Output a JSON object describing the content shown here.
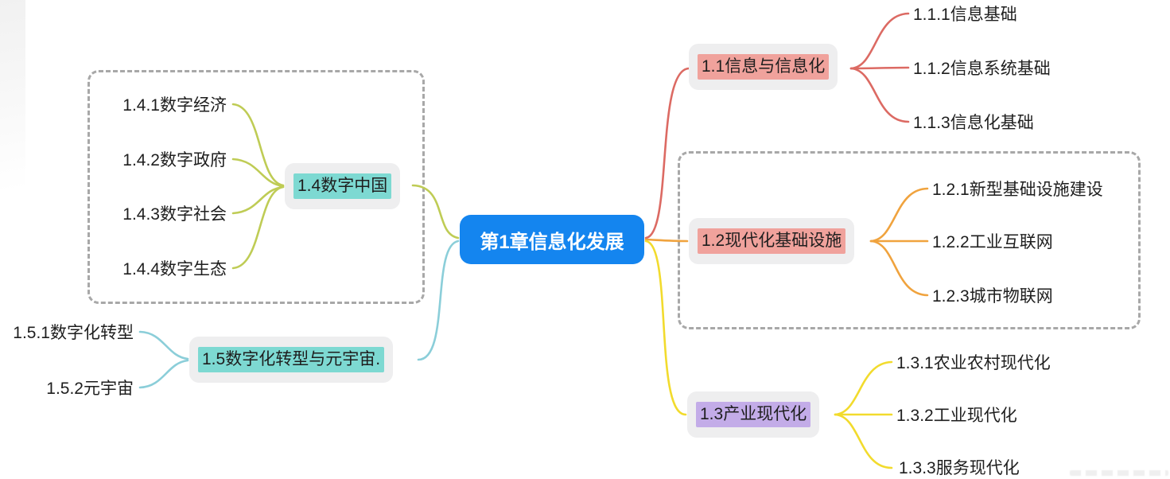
{
  "root": {
    "label": "第1章信息化发展",
    "bg_color": "#1485EF",
    "text_color": "#FFFFFF"
  },
  "branches": {
    "b11": {
      "label": "1.1信息与信息化",
      "highlight_color": "#F0A29C",
      "line_color": "#DC6A63"
    },
    "b12": {
      "label": "1.2现代化基础设施",
      "highlight_color": "#F0A29C",
      "line_color": "#F0A33E"
    },
    "b13": {
      "label": "1.3产业现代化",
      "highlight_color": "#C3ACE8",
      "line_color": "#F2DB2D"
    },
    "b14": {
      "label": "1.4数字中国",
      "highlight_color": "#7DD9D2",
      "line_color": "#BFCC55"
    },
    "b15": {
      "label": "1.5数字化转型与元宇宙.",
      "highlight_color": "#7DD9D2",
      "line_color": "#8BCED9"
    }
  },
  "leaves": {
    "l111": {
      "label": "1.1.1信息基础"
    },
    "l112": {
      "label": "1.1.2信息系统基础"
    },
    "l113": {
      "label": "1.1.3信息化基础"
    },
    "l121": {
      "label": "1.2.1新型基础设施建设"
    },
    "l122": {
      "label": "1.2.2工业互联网"
    },
    "l123": {
      "label": "1.2.3城市物联网"
    },
    "l131": {
      "label": "1.3.1农业农村现代化"
    },
    "l132": {
      "label": "1.3.2工业现代化"
    },
    "l133": {
      "label": "1.3.3服务现代化"
    },
    "l141": {
      "label": "1.4.1数字经济"
    },
    "l142": {
      "label": "1.4.2数字政府"
    },
    "l143": {
      "label": "1.4.3数字社会"
    },
    "l144": {
      "label": "1.4.4数字生态"
    },
    "l151": {
      "label": "1.5.1数字化转型"
    },
    "l152": {
      "label": "1.5.2元宇宙"
    }
  },
  "groups": {
    "left_outline_color": "#A8A8A8",
    "right_outline_color": "#A8A8A8"
  },
  "node_box_color": "#EEEEEF",
  "text_color": "#1E1E1E"
}
